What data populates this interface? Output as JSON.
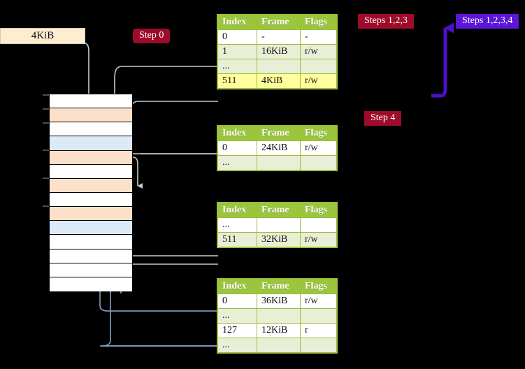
{
  "diagram": {
    "title": "page-table-walk",
    "size_box": {
      "label": "4KiB"
    },
    "badges": [
      {
        "name": "step-0",
        "label": "Step 0",
        "color": "#9e0b2b"
      },
      {
        "name": "steps-123",
        "label": "Steps 1,2,3",
        "color": "#9e0b2b"
      },
      {
        "name": "steps-1234",
        "label": "Steps 1,2,3,4",
        "color": "#5b16d8"
      },
      {
        "name": "step-4",
        "label": "Step 4",
        "color": "#9e0b2b"
      }
    ],
    "memory_column": {
      "name": "physical-memory-column",
      "rows": [
        {
          "fill": "white"
        },
        {
          "fill": "peach"
        },
        {
          "fill": "white"
        },
        {
          "fill": "blue"
        },
        {
          "fill": "peach"
        },
        {
          "fill": "white"
        },
        {
          "fill": "peach"
        },
        {
          "fill": "white"
        },
        {
          "fill": "peach"
        },
        {
          "fill": "blue"
        },
        {
          "fill": "white"
        },
        {
          "fill": "white"
        },
        {
          "fill": "white"
        },
        {
          "fill": "white"
        }
      ],
      "colors": {
        "white": "#ffffff",
        "peach": "#fde0ca",
        "blue": "#dce9f7"
      }
    },
    "tables": [
      {
        "name": "page-table-level-1",
        "headers": [
          "Index",
          "Frame",
          "Flags"
        ],
        "rows": [
          {
            "cells": [
              "0",
              "-",
              "-"
            ],
            "style": "plain",
            "highlight": false
          },
          {
            "cells": [
              "1",
              "16KiB",
              "r/w"
            ],
            "style": "alt",
            "highlight": false
          },
          {
            "cells": [
              "...",
              "",
              ""
            ],
            "style": "alt",
            "highlight": false
          },
          {
            "cells": [
              "511",
              "4KiB",
              "r/w"
            ],
            "style": "alt",
            "highlight": true
          }
        ]
      },
      {
        "name": "page-table-level-2",
        "headers": [
          "Index",
          "Frame",
          "Flags"
        ],
        "rows": [
          {
            "cells": [
              "0",
              "24KiB",
              "r/w"
            ],
            "style": "plain",
            "highlight": false
          },
          {
            "cells": [
              "...",
              "",
              ""
            ],
            "style": "alt",
            "highlight": false
          }
        ]
      },
      {
        "name": "page-table-level-3",
        "headers": [
          "Index",
          "Frame",
          "Flags"
        ],
        "rows": [
          {
            "cells": [
              "...",
              "",
              ""
            ],
            "style": "plain",
            "highlight": false
          },
          {
            "cells": [
              "511",
              "32KiB",
              "r/w"
            ],
            "style": "alt",
            "highlight": false
          }
        ]
      },
      {
        "name": "page-table-level-4",
        "headers": [
          "Index",
          "Frame",
          "Flags"
        ],
        "rows": [
          {
            "cells": [
              "0",
              "36KiB",
              "r/w"
            ],
            "style": "plain",
            "highlight": false
          },
          {
            "cells": [
              "...",
              "",
              ""
            ],
            "style": "alt",
            "highlight": false
          },
          {
            "cells": [
              "127",
              "12KiB",
              "r"
            ],
            "style": "plain",
            "highlight": false
          },
          {
            "cells": [
              "...",
              "",
              ""
            ],
            "style": "alt",
            "highlight": false
          }
        ]
      }
    ],
    "connector_colors": {
      "gray": "#bdbdbd",
      "blue_line": "#8aaad2",
      "blue_arrow": "#3a63a8",
      "purple": "#4b10c8"
    }
  }
}
